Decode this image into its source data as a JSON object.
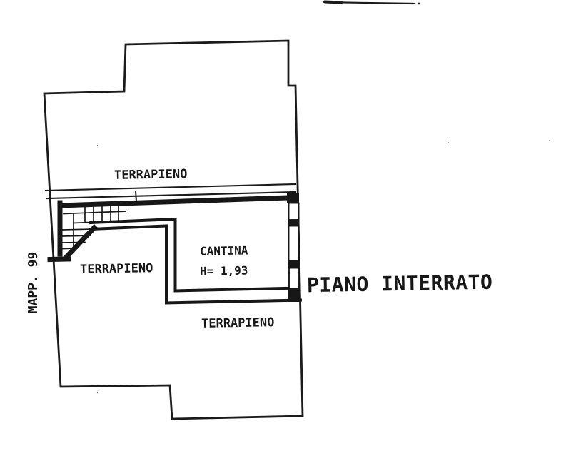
{
  "colors": {
    "ink": "#171717",
    "paper": "#ffffff"
  },
  "plan": {
    "parcel_label": "MAPP. 99",
    "floor_label": "PIANO INTERRATO",
    "areas": {
      "terrapieno_top": "TERRAPIENO",
      "terrapieno_left": "TERRAPIENO",
      "terrapieno_bottom": "TERRAPIENO"
    },
    "room": {
      "name": "CANTINA",
      "height_note": "H= 1,93"
    }
  }
}
